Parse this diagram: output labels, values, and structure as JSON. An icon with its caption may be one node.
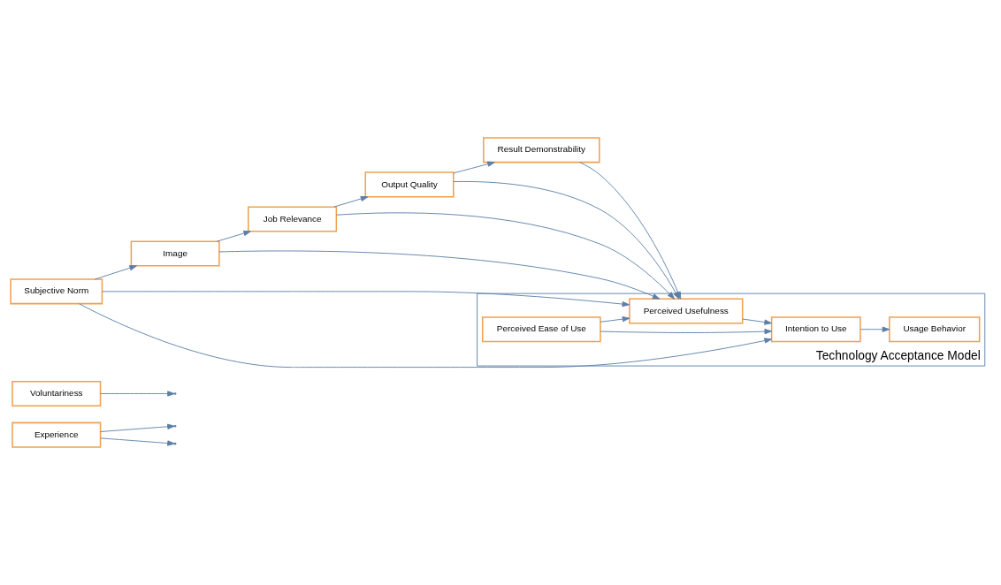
{
  "diagram": {
    "nodes": [
      {
        "text": [
          "Experience"
        ]
      },
      {
        "text": [
          "Voluntariness"
        ]
      },
      {
        "text": [
          "Subjective Norm"
        ]
      },
      {
        "text": [
          "Image"
        ]
      },
      {
        "text": [
          "Job Relevance"
        ]
      },
      {
        "text": [
          "Output Quality"
        ]
      },
      {
        "text": [
          "Result Demonstrability"
        ]
      },
      {
        "text": [
          "Technology Acceptance Model"
        ]
      },
      {
        "text": [
          "Perceived Usefulness"
        ],
        "in": 7
      },
      {
        "text": [
          "Perceived Ease of Use"
        ],
        "in": 7
      },
      {
        "text": [
          "Intention to Use"
        ],
        "in": 7
      },
      {
        "text": [
          "Usage Behavior"
        ],
        "in": 7
      }
    ],
    "edges": [
      {
        "from": 0,
        "to": null,
        "arrow": "to"
      },
      {
        "from": 0,
        "to": null,
        "arrow": "to"
      },
      {
        "from": 1,
        "to": null,
        "arrow": "to"
      },
      {
        "from": 2,
        "to": 10,
        "arrow": "to"
      },
      {
        "from": 2,
        "to": 8,
        "arrow": "to"
      },
      {
        "from": 2,
        "to": 3,
        "arrow": "to"
      },
      {
        "from": 3,
        "to": 8,
        "arrow": "to"
      },
      {
        "from": 3,
        "to": 4,
        "arrow": "to"
      },
      {
        "from": 4,
        "to": 8,
        "arrow": "to"
      },
      {
        "from": 4,
        "to": 5,
        "arrow": "to"
      },
      {
        "from": 5,
        "to": 8,
        "arrow": "to"
      },
      {
        "from": 5,
        "to": 6,
        "arrow": "to"
      },
      {
        "from": 6,
        "to": 8,
        "arrow": "to"
      },
      {
        "from": 9,
        "to": 8,
        "arrow": "to"
      },
      {
        "from": 8,
        "to": 10,
        "arrow": "to"
      },
      {
        "from": 9,
        "to": 10,
        "arrow": "to"
      },
      {
        "from": 10,
        "to": 11,
        "arrow": "to"
      }
    ]
  }
}
